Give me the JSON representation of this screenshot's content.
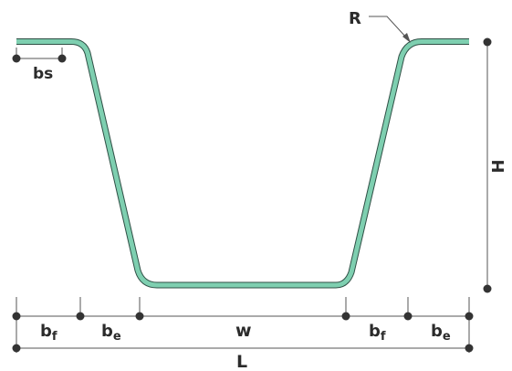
{
  "diagram": {
    "labels": {
      "radius": "R",
      "height": "H",
      "bs": "bs",
      "bf_base": "b",
      "bf_sub": "f",
      "be_base": "b",
      "be_sub": "e",
      "width": "w",
      "length": "L"
    },
    "colors": {
      "profile_fill": "#7ecfb0",
      "profile_stroke": "#2f4f45",
      "dimension": "#555555",
      "dot": "#333333",
      "text": "#2b2b2b"
    }
  }
}
